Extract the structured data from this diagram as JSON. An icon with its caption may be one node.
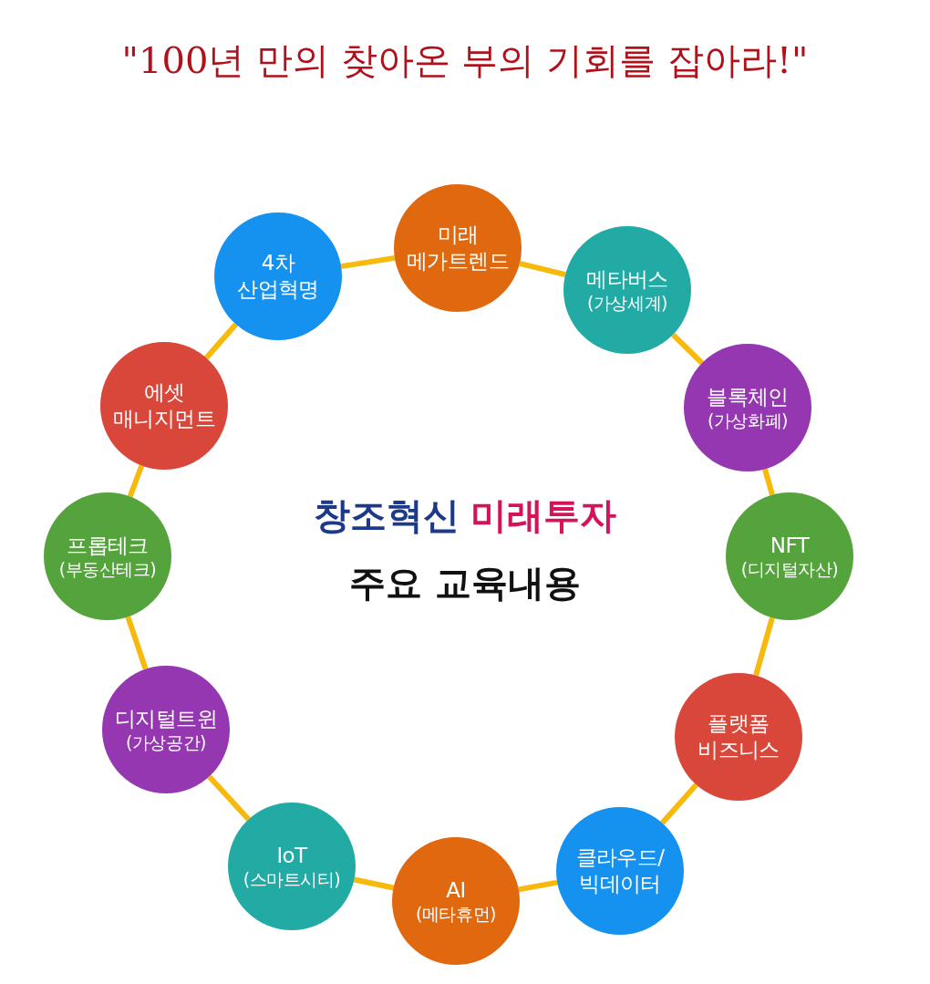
{
  "diagram": {
    "title": "\"100년 만의 찾아온 부의 기회를 잡아라!\"",
    "nodes": [
      {
        "text": [
          "미래 메가트렌드"
        ]
      },
      {
        "text": [
          "메타버스",
          "(가상세계)"
        ]
      },
      {
        "text": [
          "블록체인",
          "(가상화폐)"
        ]
      },
      {
        "text": [
          "NFT",
          "(디지털자산)"
        ]
      },
      {
        "text": [
          "플랫폼 비즈니스"
        ]
      },
      {
        "text": [
          "클라우드/ 빅데이터"
        ]
      },
      {
        "text": [
          "AI",
          "(메타휴먼)"
        ]
      },
      {
        "text": [
          "IoT",
          "(스마트시티)"
        ]
      },
      {
        "text": [
          "디지털트윈",
          "(가상공간)"
        ]
      },
      {
        "text": [
          "프롭테크",
          "(부동산테크)"
        ]
      },
      {
        "text": [
          "에셋 매니지먼트"
        ]
      },
      {
        "text": [
          "4차 산업혁명"
        ]
      }
    ],
    "edges": [
      {
        "from": 0,
        "to": 1,
        "arrow": "none"
      },
      {
        "from": 1,
        "to": 2,
        "arrow": "none"
      },
      {
        "from": 2,
        "to": 3,
        "arrow": "none"
      },
      {
        "from": 3,
        "to": 4,
        "arrow": "none"
      },
      {
        "from": 4,
        "to": 5,
        "arrow": "none"
      },
      {
        "from": 5,
        "to": 6,
        "arrow": "none"
      },
      {
        "from": 6,
        "to": 7,
        "arrow": "none"
      },
      {
        "from": 7,
        "to": 8,
        "arrow": "none"
      },
      {
        "from": 8,
        "to": 9,
        "arrow": "none"
      },
      {
        "from": 9,
        "to": 10,
        "arrow": "none"
      },
      {
        "from": 10,
        "to": 11,
        "arrow": "none"
      },
      {
        "from": 11,
        "to": 0,
        "arrow": "none"
      }
    ],
    "labels": [
      "창조혁신",
      "미래투자",
      "주요 교육내용"
    ]
  }
}
